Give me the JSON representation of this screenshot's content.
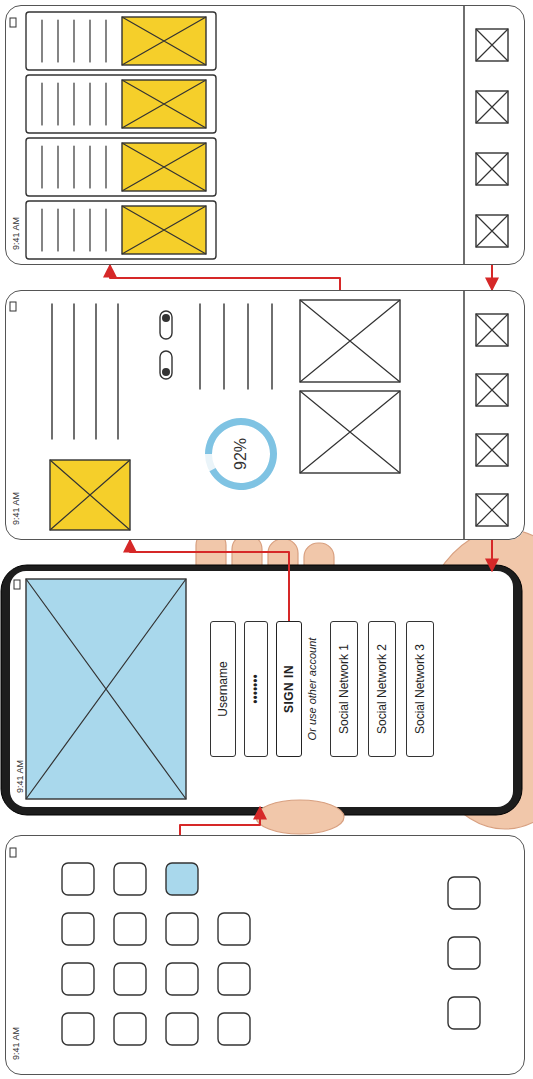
{
  "diagram": {
    "nodes": [
      {
        "text": [
          "9:41 AM"
        ]
      },
      {
        "text": [
          "9:41 AM"
        ]
      },
      {
        "text": [
          "Username"
        ],
        "in": 1
      },
      {
        "text": [
          "•••••••"
        ],
        "in": 1
      },
      {
        "text": [
          "SIGN IN"
        ],
        "in": 1
      },
      {
        "text": [
          "Social Network 1"
        ],
        "in": 1
      },
      {
        "text": [
          "Social Network 2"
        ],
        "in": 1
      },
      {
        "text": [
          "Social Network 3"
        ],
        "in": 1
      },
      {
        "text": [
          "9:41 AM"
        ]
      },
      {
        "text": [
          "92%"
        ],
        "in": 8
      },
      {
        "text": [
          "9:41 AM"
        ]
      }
    ],
    "edges": [
      {
        "from": 0,
        "to": 1,
        "arrow": "to"
      },
      {
        "from": 4,
        "to": 8,
        "arrow": "to"
      },
      {
        "from": 8,
        "to": 10,
        "arrow": "to"
      },
      {
        "from": 10,
        "to": 8,
        "arrow": "to"
      },
      {
        "from": 8,
        "to": 1,
        "arrow": "to"
      }
    ],
    "labels": [
      "Or use other account"
    ]
  }
}
